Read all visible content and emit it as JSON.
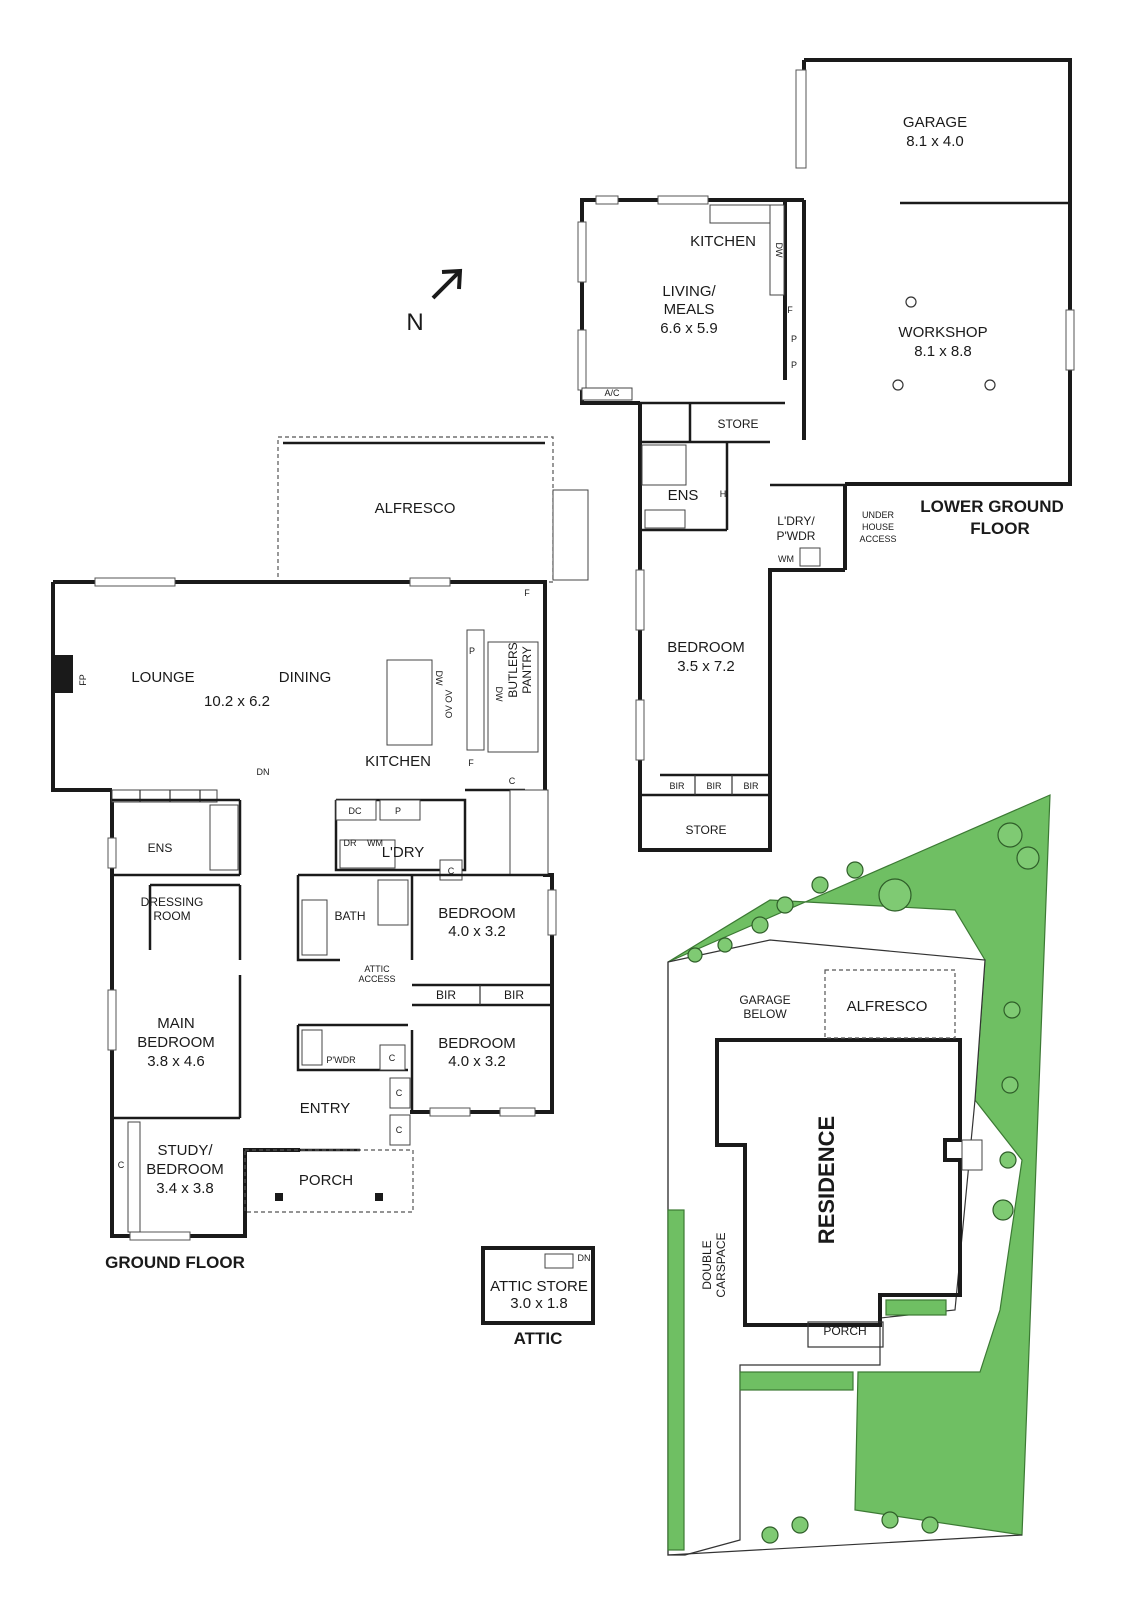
{
  "compass": {
    "label": "N"
  },
  "floors": {
    "lower_ground": "LOWER GROUND\nFLOOR",
    "ground": "GROUND FLOOR",
    "attic": "ATTIC"
  },
  "lower_ground": {
    "garage": {
      "name": "GARAGE",
      "size": "8.1 x 4.0"
    },
    "workshop": {
      "name": "WORKSHOP",
      "size": "8.1 x 8.8"
    },
    "kitchen": "KITCHEN",
    "living": {
      "name": "LIVING/\nMEALS",
      "size": "6.6 x 5.9"
    },
    "store": "STORE",
    "ens": "ENS",
    "ldry": "L'DRY/\nP'WDR",
    "under_house": "UNDER\nHOUSE\nACCESS",
    "bedroom": {
      "name": "BEDROOM",
      "size": "3.5 x 7.2"
    },
    "store2": "STORE",
    "ac": "A/C",
    "dw": "DW",
    "f": "F",
    "p1": "P",
    "p2": "P",
    "h": "H",
    "wm": "WM",
    "bir1": "BIR",
    "bir2": "BIR",
    "bir3": "BIR"
  },
  "ground": {
    "alfresco": "ALFRESCO",
    "lounge": "LOUNGE",
    "dining": "DINING",
    "lounge_size": "10.2 x 6.2",
    "kitchen": "KITCHEN",
    "butlers": "BUTLERS\nPANTRY",
    "fp": "FP",
    "f1": "F",
    "f2": "F",
    "p": "P",
    "dw1": "DW",
    "dw2": "DW",
    "ovov": "OV OV",
    "dn": "DN",
    "ldry": "L'DRY",
    "dc": "DC",
    "p2": "P",
    "dr": "DR",
    "wm": "WM",
    "c1": "C",
    "c2": "C",
    "ens": "ENS",
    "dressing": "DRESSING\nROOM",
    "bath": "BATH",
    "attic_access": "ATTIC\nACCESS",
    "bedroom1": {
      "name": "BEDROOM",
      "size": "4.0 x 3.2"
    },
    "bir1": "BIR",
    "bir2": "BIR",
    "bedroom2": {
      "name": "BEDROOM",
      "size": "4.0 x 3.2"
    },
    "main_bedroom": {
      "name": "MAIN\nBEDROOM",
      "size": "3.8 x 4.6"
    },
    "pwdr": "P'WDR",
    "c3": "C",
    "c4": "C",
    "c5": "C",
    "c6": "C",
    "entry": "ENTRY",
    "study": {
      "name": "STUDY/\nBEDROOM",
      "size": "3.4 x 3.8"
    },
    "porch": "PORCH"
  },
  "attic": {
    "name": "ATTIC STORE",
    "size": "3.0 x 1.8",
    "dn": "DN"
  },
  "site": {
    "residence": "RESIDENCE",
    "alfresco": "ALFRESCO",
    "garage_below": "GARAGE\nBELOW",
    "carspace": "DOUBLE\nCARSPACE",
    "porch": "PORCH"
  }
}
